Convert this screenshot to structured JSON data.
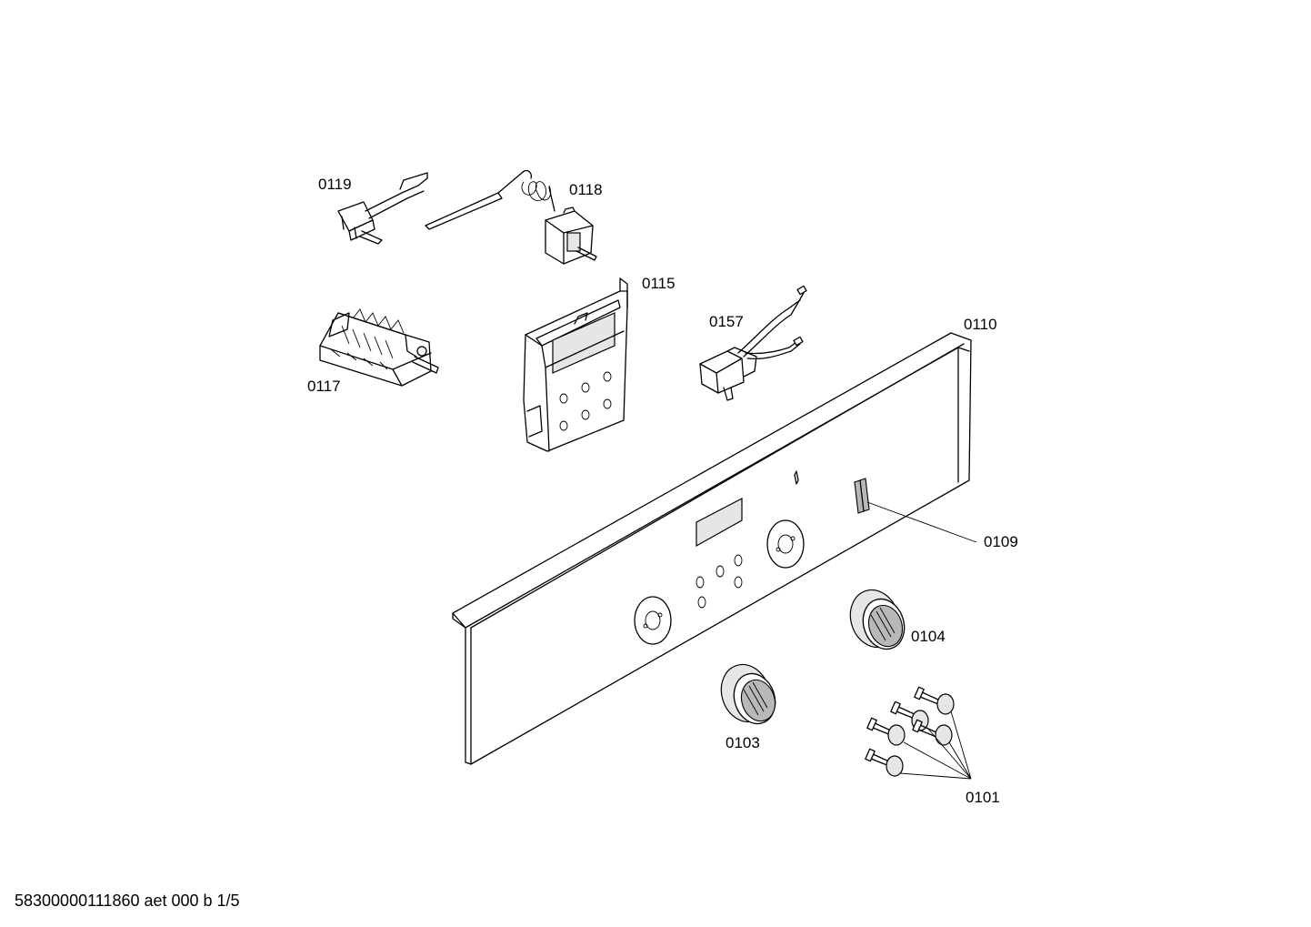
{
  "parts": [
    {
      "id": "0119",
      "text": "0119"
    },
    {
      "id": "0118",
      "text": "0118"
    },
    {
      "id": "0115",
      "text": "0115"
    },
    {
      "id": "0117",
      "text": "0117"
    },
    {
      "id": "0157",
      "text": "0157"
    },
    {
      "id": "0110",
      "text": "0110"
    },
    {
      "id": "0109",
      "text": "0109"
    },
    {
      "id": "0104",
      "text": "0104"
    },
    {
      "id": "0103",
      "text": "0103"
    },
    {
      "id": "0101",
      "text": "0101"
    }
  ],
  "footer": "58300000111860 aet 000 b 1/5"
}
